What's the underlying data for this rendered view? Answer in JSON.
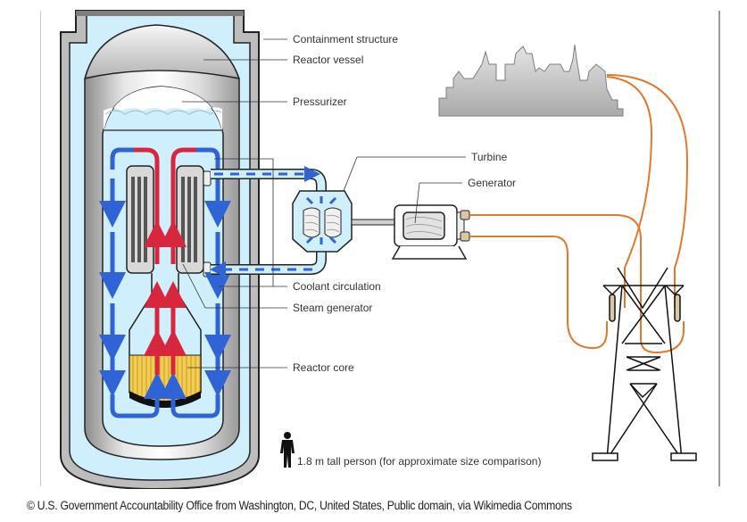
{
  "diagram": {
    "title": "Small modular pressurized water reactor schematic",
    "labels": {
      "containment": "Containment structure",
      "vessel": "Reactor vessel",
      "pressurizer": "Pressurizer",
      "turbine": "Turbine",
      "generator": "Generator",
      "coolant": "Coolant circulation",
      "steam_gen": "Steam generator",
      "core": "Reactor core",
      "person": "1.8 m tall person (for approximate size comparison)"
    },
    "colors": {
      "water": "#cdeefb",
      "hot_flow": "#d7263d",
      "cold_flow": "#2f63d6",
      "power_line": "#e07a2e",
      "core": "#f0c84a",
      "wall_grey": "#c9c9c9"
    }
  },
  "caption": "© U.S. Government Accountability Office from Washington, DC, United States, Public domain, via Wikimedia Commons"
}
